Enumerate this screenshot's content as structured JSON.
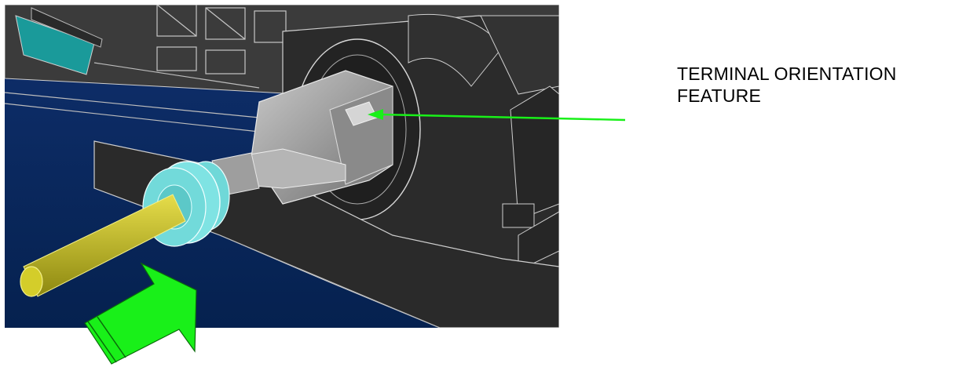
{
  "callout": {
    "line1": "TERMINAL ORIENTATION",
    "line2": "FEATURE"
  },
  "colors": {
    "background": "#ffffff",
    "scene_navy": "#0a2a6c",
    "housing": "#2e2e2e",
    "housing_edge": "#bfbfbf",
    "terminal": "#9a9a9a",
    "seal": "#7fe3e3",
    "wire": "#c8c21a",
    "arrow_green": "#19f019"
  },
  "icons": {
    "insertion_arrow": "insertion-direction-arrow",
    "leader_arrow": "leader-arrow"
  }
}
